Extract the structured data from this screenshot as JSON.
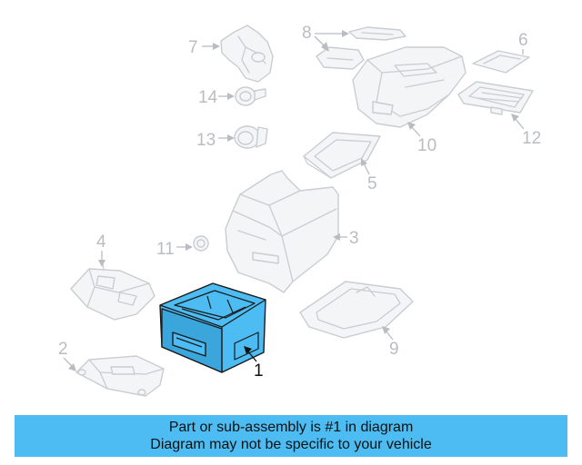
{
  "diagram": {
    "callouts": {
      "p1": "1",
      "p2": "2",
      "p3": "3",
      "p4": "4",
      "p5": "5",
      "p6": "6",
      "p7": "7",
      "p8": "8",
      "p9": "9",
      "p10": "10",
      "p11": "11",
      "p12": "12",
      "p13": "13",
      "p14": "14"
    },
    "highlighted_part": "1",
    "colors": {
      "highlight": "#4cbcf2",
      "ghost_stroke": "#c9cdd1",
      "callout_text": "#b9bdc2"
    }
  },
  "banner": {
    "line1": "Part or sub-assembly is #1 in diagram",
    "line2": "Diagram may not be specific to your vehicle"
  }
}
